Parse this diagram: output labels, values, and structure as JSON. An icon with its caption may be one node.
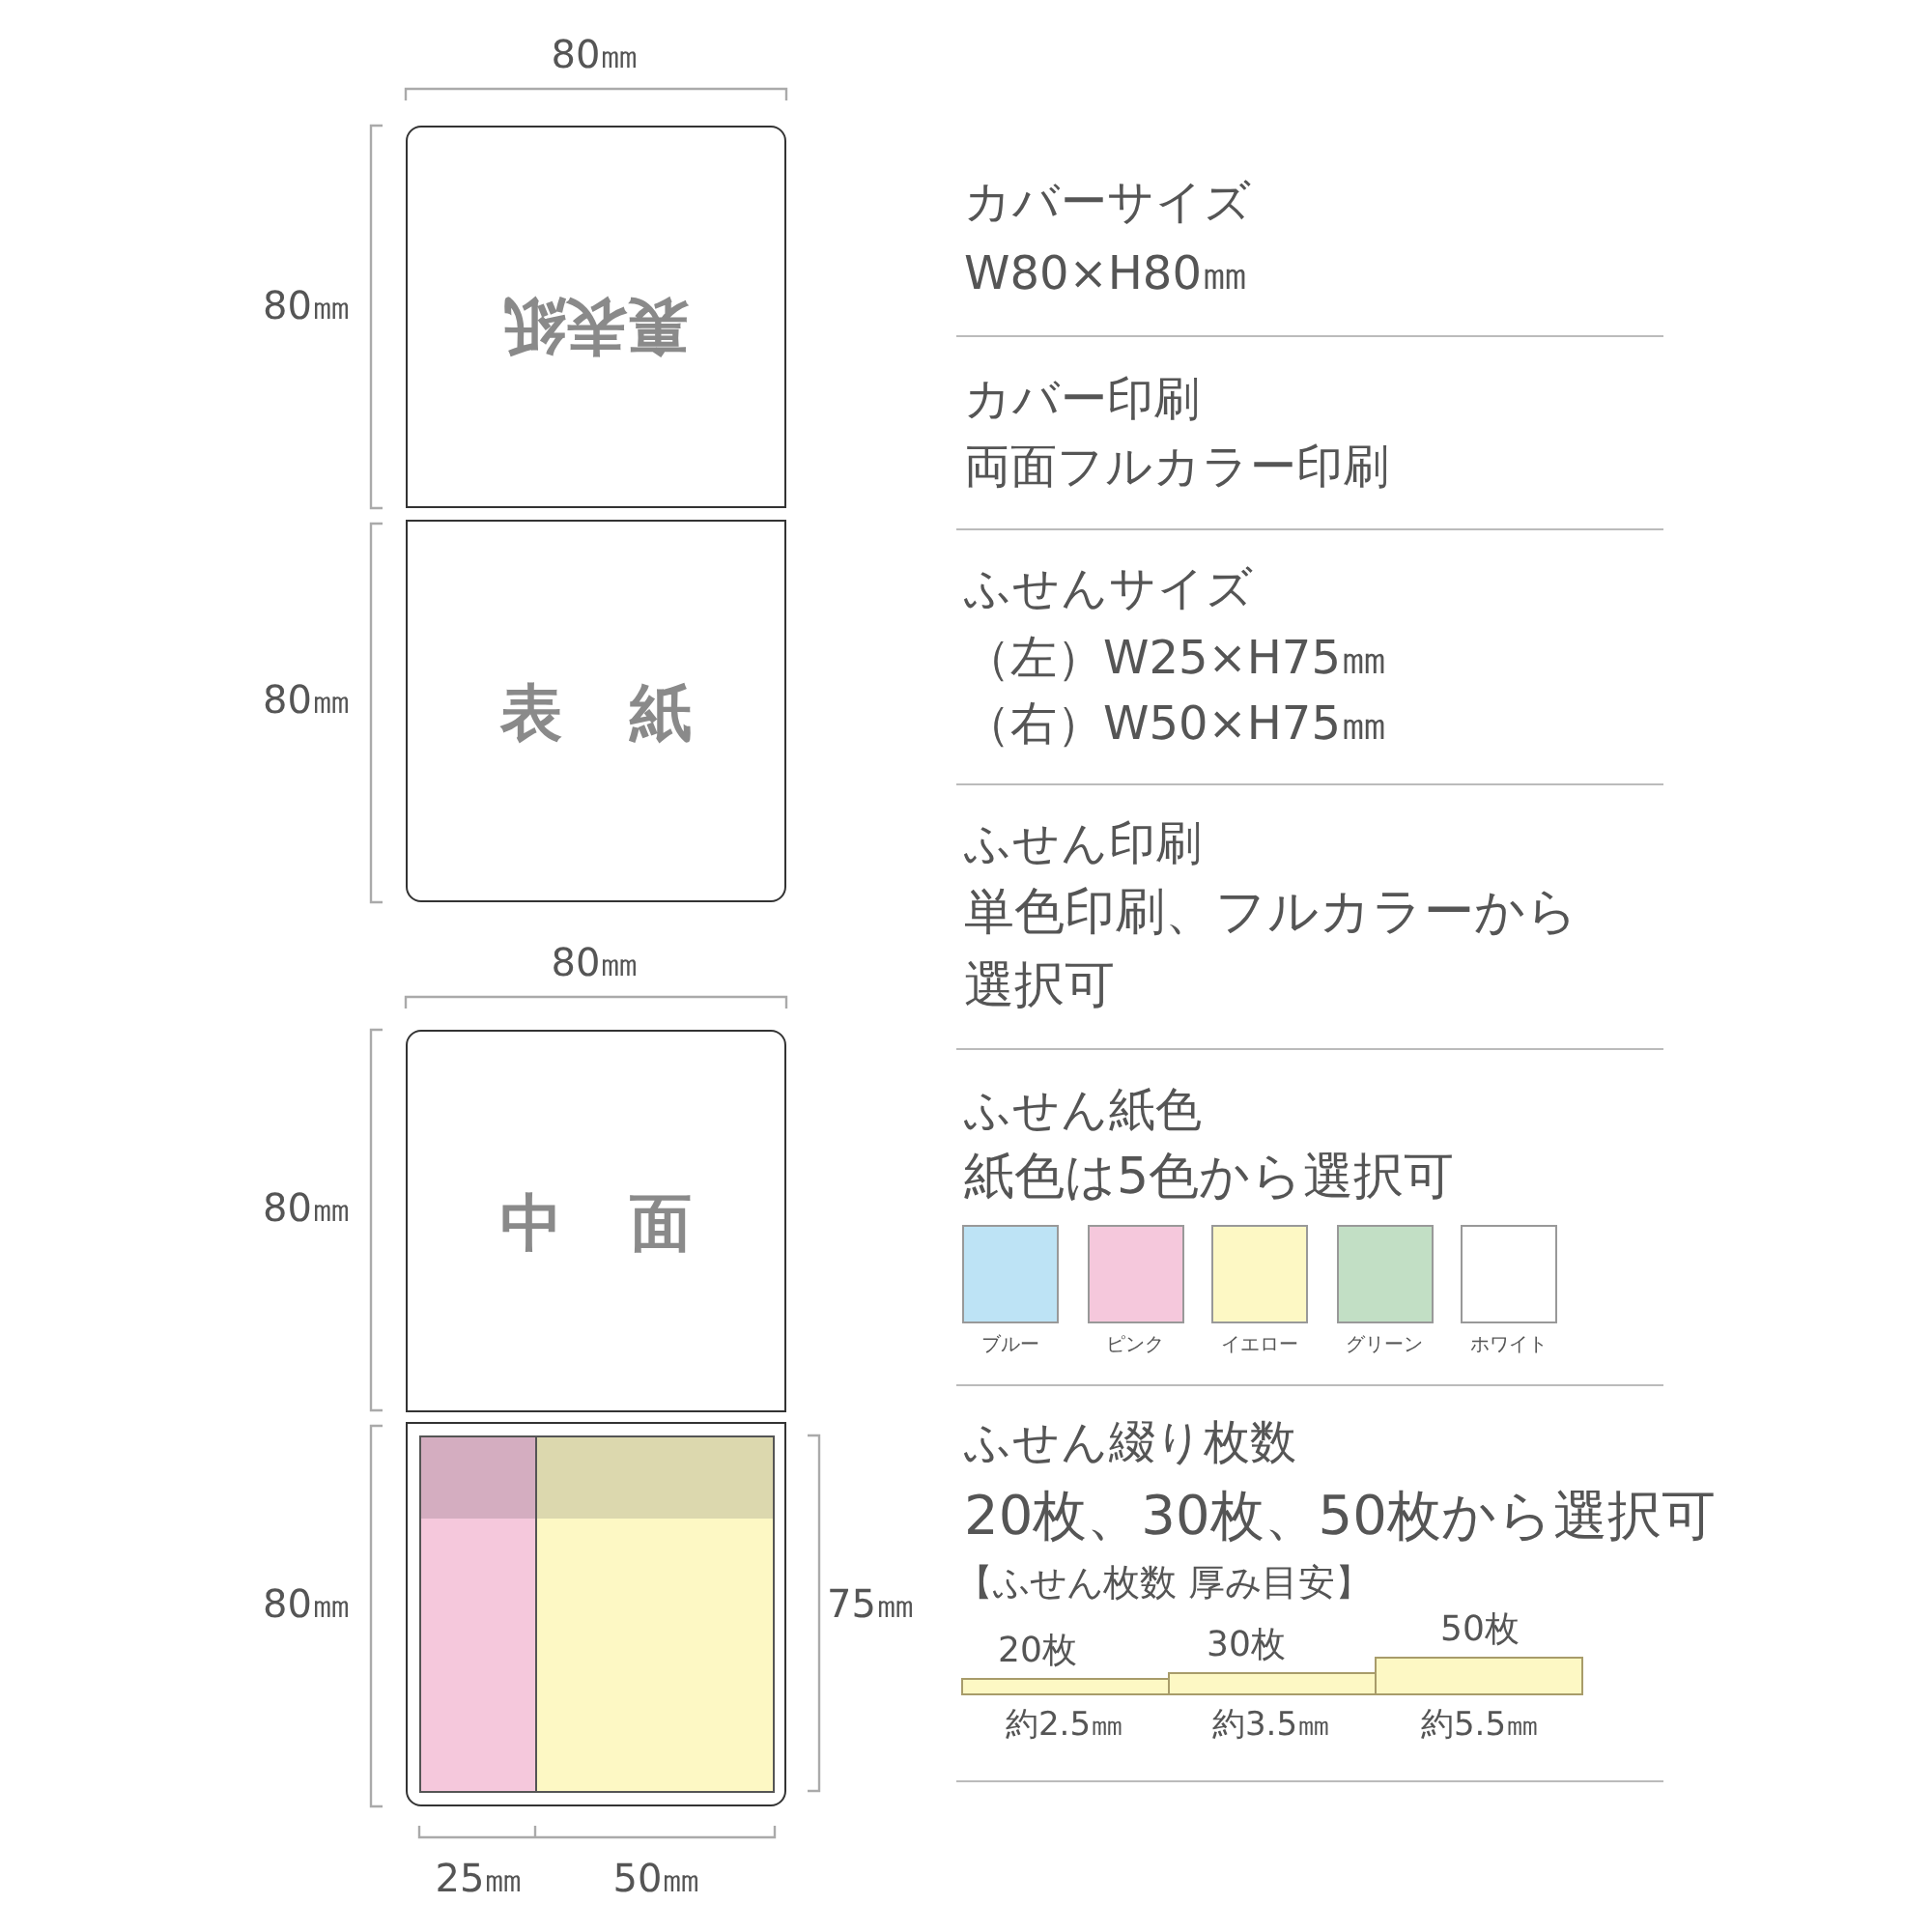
{
  "diagram": {
    "nodes": [
      {
        "text": [
          "裏表紙"
        ]
      },
      {
        "text": [
          "表紙"
        ]
      },
      {
        "text": [
          "中面"
        ]
      },
      {
        "text": [],
        "shape": "box"
      },
      {
        "text": [],
        "shape": "box",
        "in": 3
      },
      {
        "text": [],
        "shape": "box",
        "in": 3
      }
    ],
    "labels": [
      "80㎜",
      "80㎜",
      "80㎜",
      "80㎜",
      "80㎜",
      "80㎜",
      "75㎜",
      "25㎜",
      "50㎜",
      "カバーサイズ",
      "W80×H80㎜",
      "カバー印刷",
      "両面フルカラー印刷",
      "ふせんサイズ",
      "（左）W25×H75㎜",
      "（右）W50×H75㎜",
      "ふせん印刷",
      "単色印刷、フルカラーから選択可",
      "ふせん紙色",
      "紙色は5色から選択可",
      "ふせん綴り枚数",
      "20枚、30枚、50枚から選択可",
      "【ふせん枚数 厚み目安】",
      "20枚",
      "30枚",
      "50枚",
      "約2.5㎜",
      "約3.5㎜",
      "約5.5㎜"
    ],
    "legend": [
      {
        "text": "ブルー",
        "color": "#bde3f5"
      },
      {
        "text": "ピンク",
        "color": "#f5c8dc"
      },
      {
        "text": "イエロー",
        "color": "#fdf8c4"
      },
      {
        "text": "グリーン",
        "color": "#c2dfc5"
      },
      {
        "text": "ホワイト",
        "color": "#ffffff"
      }
    ]
  }
}
